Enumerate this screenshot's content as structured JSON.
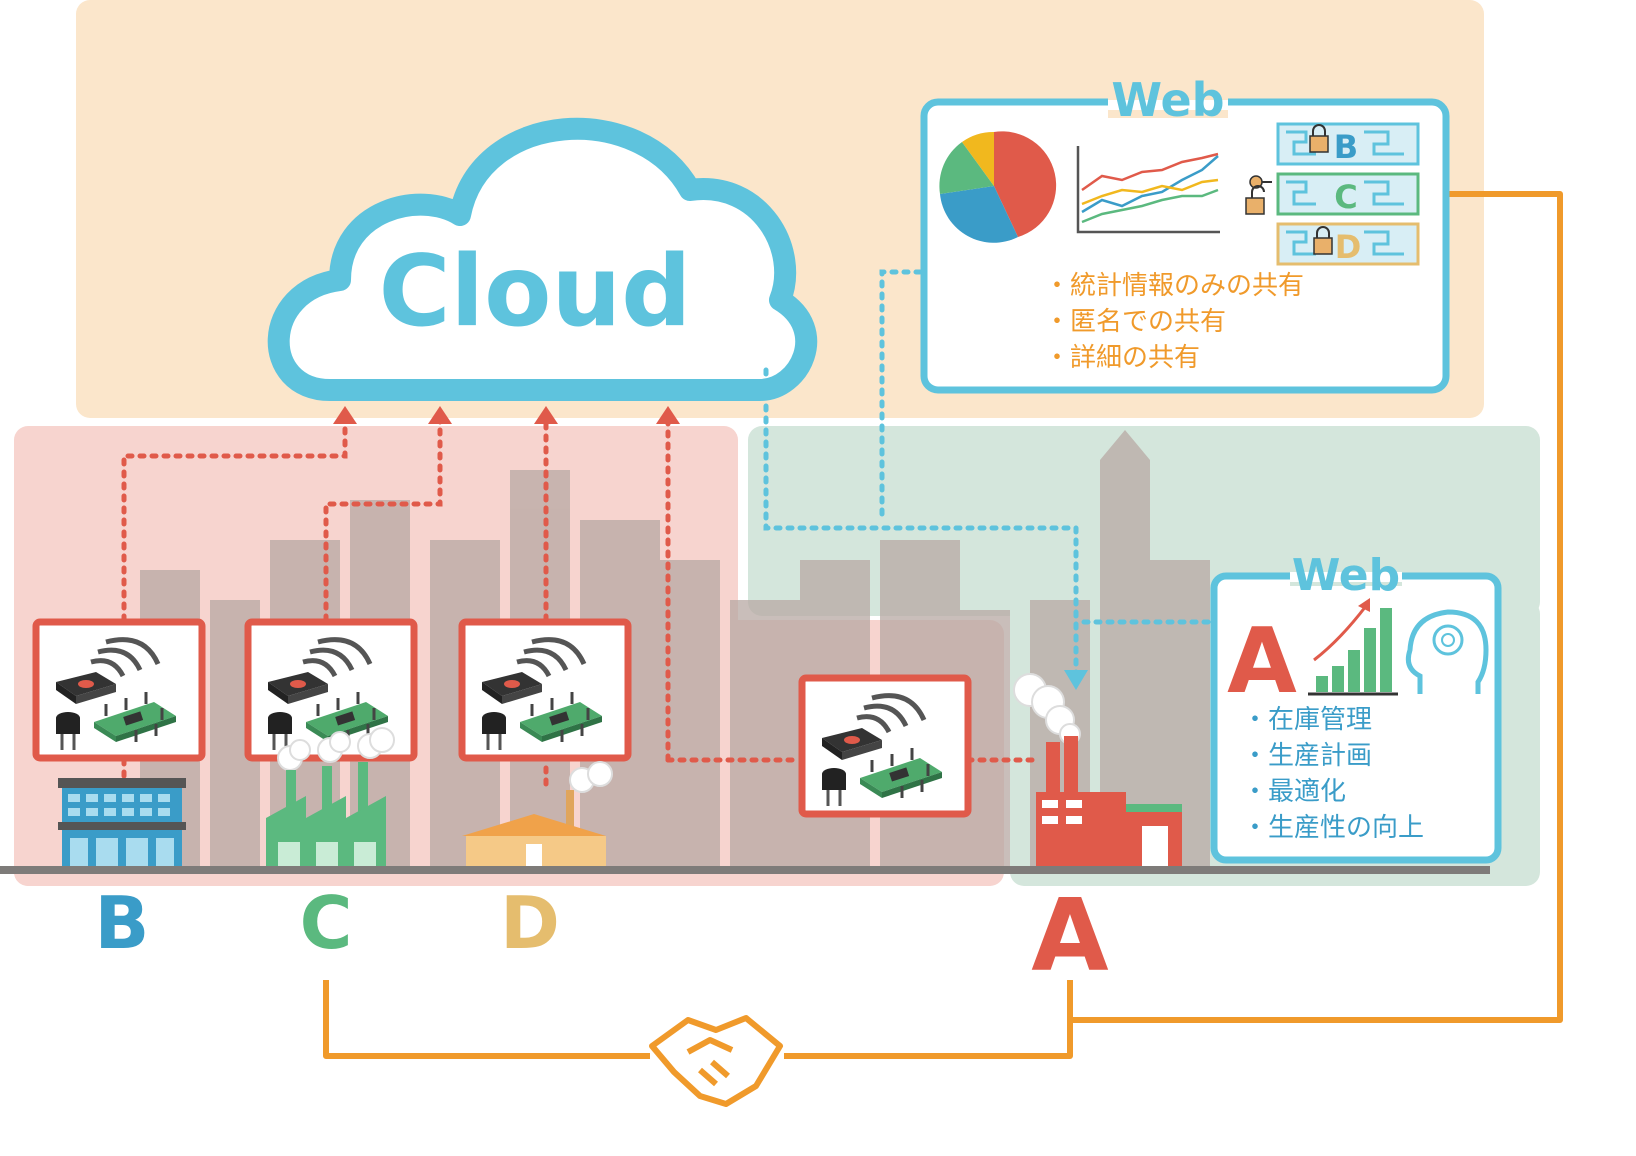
{
  "cloud": {
    "label": "Cloud"
  },
  "web_top": {
    "title": "Web",
    "bullets": [
      "・統計情報のみの共有",
      "・匿名での共有",
      "・詳細の共有"
    ],
    "lock_letters": [
      "B",
      "C",
      "D"
    ]
  },
  "web_right": {
    "title": "Web",
    "big_letter": "A",
    "bullets": [
      "・在庫管理",
      "・生産計画",
      "・最適化",
      "・生産性の向上"
    ]
  },
  "companies": [
    {
      "id": "B",
      "label": "B",
      "color": "#3a9cc8"
    },
    {
      "id": "C",
      "label": "C",
      "color": "#5bb97f"
    },
    {
      "id": "D",
      "label": "D",
      "color": "#e5bd6e"
    },
    {
      "id": "A",
      "label": "A",
      "color": "#e05a4a"
    }
  ],
  "colors": {
    "cloud_blue": "#5ec3dd",
    "accent_red": "#e05a4a",
    "accent_orange": "#f09a2b",
    "zone_cloud": "#fbe6cb",
    "zone_pink": "#f7d4cf",
    "zone_green": "#d4e6dc"
  },
  "icons": [
    "cloud-icon",
    "pie-chart-icon",
    "line-chart-icon",
    "lock-icon",
    "key-icon",
    "sensor-board-icon",
    "office-building-icon",
    "factory-icon",
    "warehouse-icon",
    "bar-growth-icon",
    "ai-head-icon",
    "handshake-icon"
  ]
}
